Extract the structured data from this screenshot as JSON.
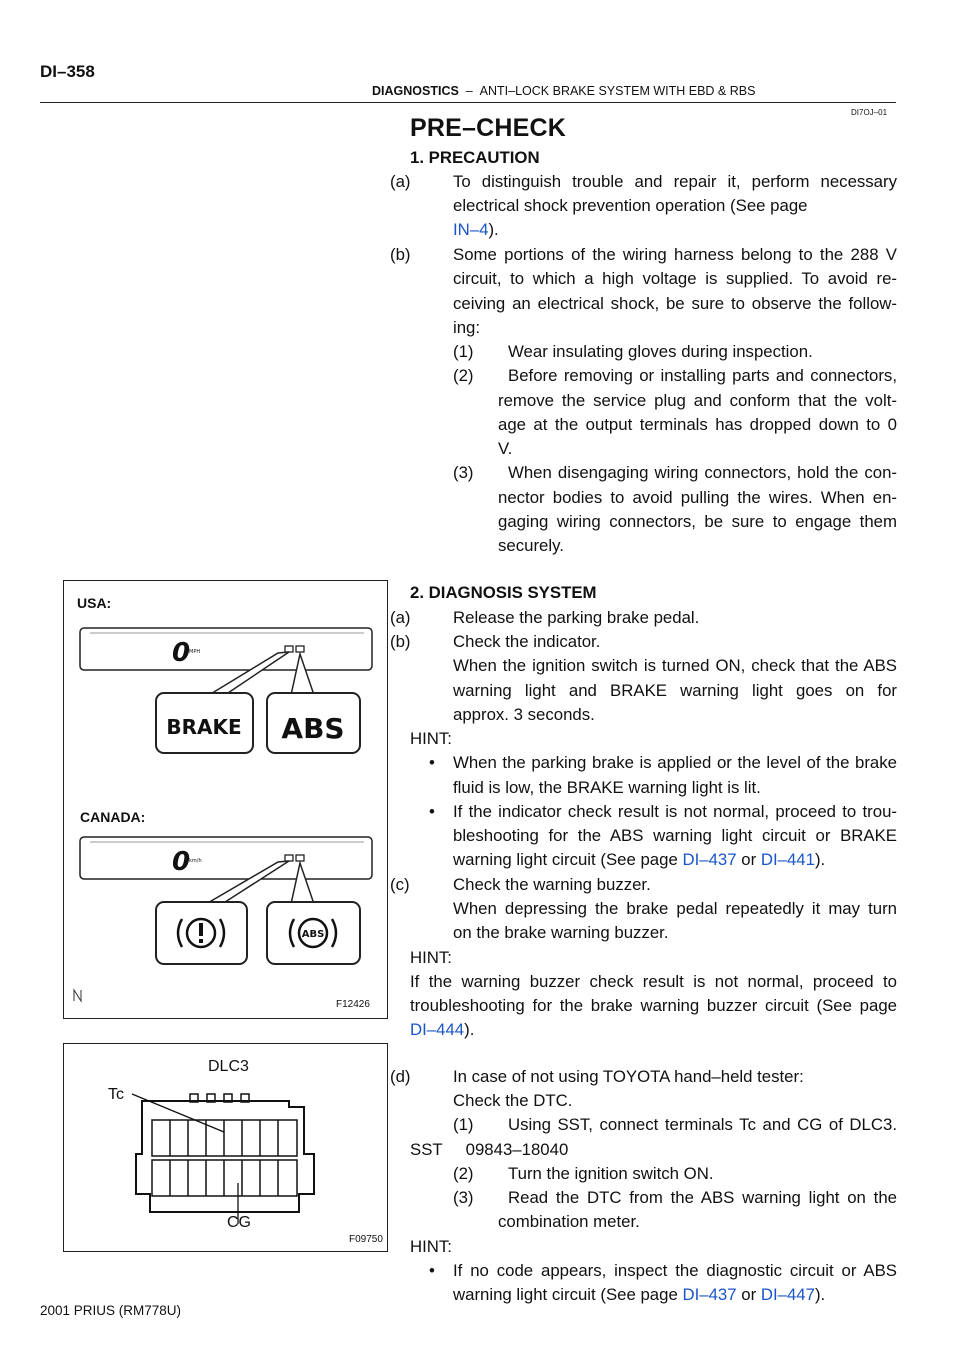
{
  "header": {
    "page_number": "DI–358",
    "section": "DIAGNOSTICS",
    "dash": "–",
    "subtitle": "ANTI–LOCK BRAKE SYSTEM WITH EBD & RBS",
    "doc_id": "DI7OJ–01"
  },
  "title": "PRE–CHECK",
  "s1": {
    "heading": "1.   PRECAUTION",
    "a": {
      "label": "(a)",
      "l1": "To distinguish trouble and repair it, perform necessary",
      "l2": "electrical shock prevention operation (See page",
      "link": "IN–4",
      "after_link": ")."
    },
    "b": {
      "label": "(b)",
      "l1": "Some portions of the wiring harness belong to the 288 V",
      "l2": "circuit, to which a high voltage is supplied. To avoid re-",
      "l3": "ceiving an electrical shock, be sure to observe the follow-",
      "l4": "ing:"
    },
    "b1": {
      "label": "(1)",
      "l1": "Wear insulating gloves during inspection."
    },
    "b2": {
      "label": "(2)",
      "l1": "Before removing or installing parts and connectors,",
      "l2": "remove the service plug and conform that the volt-",
      "l3": "age at the output terminals has dropped down to 0",
      "l4": "V."
    },
    "b3": {
      "label": "(3)",
      "l1": "When disengaging wiring connectors, hold the con-",
      "l2": "nector bodies to avoid pulling the wires. When en-",
      "l3": "gaging wiring connectors, be sure to engage them",
      "l4": "securely."
    }
  },
  "s2": {
    "heading": "2.   DIAGNOSIS SYSTEM",
    "a": {
      "label": "(a)",
      "l1": "Release the parking brake pedal."
    },
    "b": {
      "label": "(b)",
      "l1": "Check the indicator.",
      "l2": "When the ignition switch is turned ON, check that the ABS",
      "l3": "warning light and BRAKE warning light goes on for",
      "l4": "approx. 3 seconds."
    },
    "hint1": "HINT:",
    "bullet1": {
      "l1": "When the parking brake is applied or the level of the brake",
      "l2": "fluid is low, the BRAKE warning light is lit."
    },
    "bullet2": {
      "l1": "If the indicator check result is not normal, proceed to trou-",
      "l2": "bleshooting for the ABS warning light circuit or BRAKE",
      "l3_pre": "warning light circuit (See page ",
      "link1": "DI–437",
      "mid": " or ",
      "link2": "DI–441",
      "post": ")."
    },
    "c": {
      "label": "(c)",
      "l1": "Check the warning buzzer.",
      "l2": "When depressing the brake pedal repeatedly it may turn",
      "l3": "on the brake warning buzzer."
    },
    "hint2": "HINT:",
    "hint2_text": {
      "l1": "If the warning buzzer check result is not normal, proceed to",
      "l2": "troubleshooting for the brake warning buzzer circuit (See page",
      "link": "DI–444",
      "post": ")."
    },
    "d": {
      "label": "(d)",
      "l1": "In case of not using TOYOTA hand–held tester:",
      "l2": "Check the DTC."
    },
    "d1": {
      "label": "(1)",
      "l1": "Using SST, connect terminals Tc and CG of DLC3."
    },
    "sst": "SST     09843–18040",
    "d2": {
      "label": "(2)",
      "l1": "Turn the ignition switch ON."
    },
    "d3": {
      "label": "(3)",
      "l1": "Read the DTC from the ABS warning light on the",
      "l2": "combination meter."
    },
    "hint3": "HINT:",
    "bullet3": {
      "l1": "If no code appears, inspect the diagnostic circuit or ABS",
      "l2_pre": "warning light circuit (See page ",
      "link1": "DI–437",
      "mid": " or ",
      "link2": "DI–447",
      "post": ")."
    }
  },
  "figure1": {
    "usa_label": "USA:",
    "canada_label": "CANADA:",
    "brake_text": "BRAKE",
    "abs_text": "ABS",
    "abs_small": "ABS",
    "code": "F12426"
  },
  "figure2": {
    "dlc_label": "DLC3",
    "tc_label": "Tc",
    "cg_label": "CG",
    "code": "F09750"
  },
  "footer": "2001 PRIUS   (RM778U)",
  "colors": {
    "link": "#1a56c8",
    "text": "#111111"
  }
}
